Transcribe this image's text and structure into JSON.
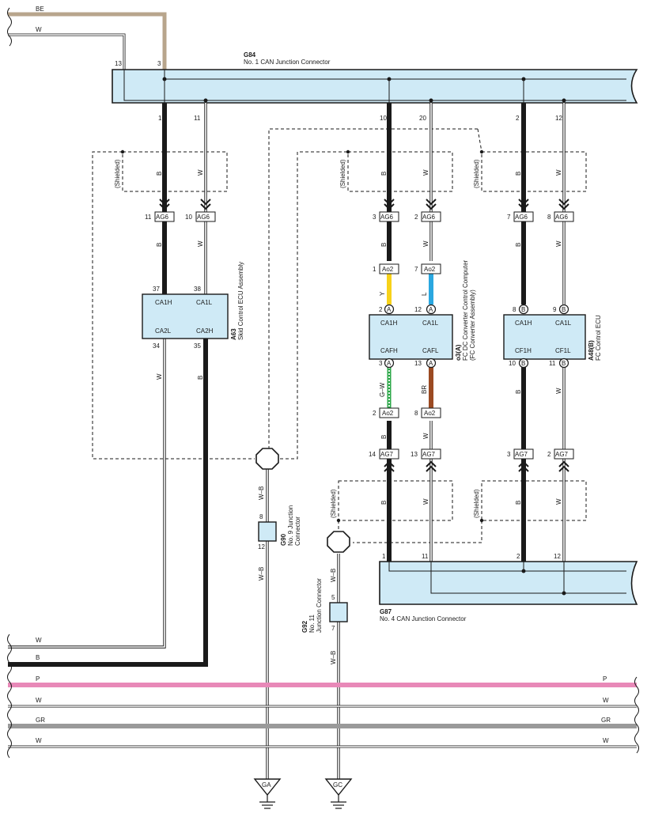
{
  "wires": {
    "top_be": "BE",
    "top_w": "W",
    "bottom": [
      "W",
      "B",
      "P",
      "W",
      "GR",
      "W"
    ]
  },
  "connectors": {
    "g84": {
      "code": "G84",
      "name": "No.  1 CAN Junction Connector",
      "pin_13": "13",
      "pin_3": "3"
    },
    "g87": {
      "code": "G87",
      "name": "No.  4 CAN Junction Connector"
    },
    "g90": {
      "code": "G90",
      "name_l1": "No.  9 Junction",
      "name_l2": "Connector",
      "pin_top": "8",
      "pin_bot": "12"
    },
    "g92": {
      "code": "G92",
      "name_l1": "No. 11",
      "name_l2": "Junction Connector",
      "pin_top": "5",
      "pin_bot": "7"
    }
  },
  "g84_pins": [
    "1",
    "11",
    "10",
    "20",
    "2",
    "12"
  ],
  "g87_pins": [
    "1",
    "11",
    "2",
    "12"
  ],
  "shielded": "(Shielded)",
  "colors": {
    "B": "B",
    "W": "W",
    "Y": "Y",
    "L": "L",
    "GW": "G–W",
    "BR": "BR",
    "WB": "W–B"
  },
  "ag6_code": "AG6",
  "ag6_pins": [
    "11",
    "10",
    "3",
    "2",
    "7",
    "8"
  ],
  "ao2_code": "Ao2",
  "ao2_pins_top": [
    "1",
    "7"
  ],
  "ao2_pins_bot": [
    "2",
    "8"
  ],
  "ag7_code": "AG7",
  "ag7_pins": [
    "14",
    "13",
    "3",
    "2"
  ],
  "ecu_a63": {
    "code": "A63",
    "name": "Skid Control ECU Assembly",
    "t1": "CA1H",
    "t2": "CA1L",
    "t3": "CA2L",
    "t4": "CA2H",
    "p_top1": "37",
    "p_top2": "38",
    "p_bot1": "34",
    "p_bot2": "35"
  },
  "ecu_o3": {
    "code": "o3(A)",
    "name_l1": "FC DC Converter Control Computer",
    "name_l2": "(FC Converter Assembly)",
    "t1": "CA1H",
    "t2": "CA1L",
    "t3": "CAFH",
    "t4": "CAFL",
    "p_top1": "2",
    "p_top2": "12",
    "p_bot1": "3",
    "p_bot2": "13",
    "letter": "A"
  },
  "ecu_a48": {
    "code": "A48(B)",
    "name": "FC Control ECU",
    "t1": "CA1H",
    "t2": "CA1L",
    "t3": "CF1H",
    "t4": "CF1L",
    "p_top1": "8",
    "p_top2": "9",
    "p_bot1": "10",
    "p_bot2": "11",
    "letter": "B"
  },
  "grounds": {
    "ga": "GA",
    "gc": "GC"
  },
  "palette": {
    "be": "#b8a58c",
    "pink": "#e889b8",
    "gray": "#9a9a9a",
    "yellow": "#f7d21a",
    "blue": "#2aa7e0",
    "brown": "#9b4a22",
    "green": "#2ea84a",
    "conn_fill": "#cfeaf6"
  }
}
